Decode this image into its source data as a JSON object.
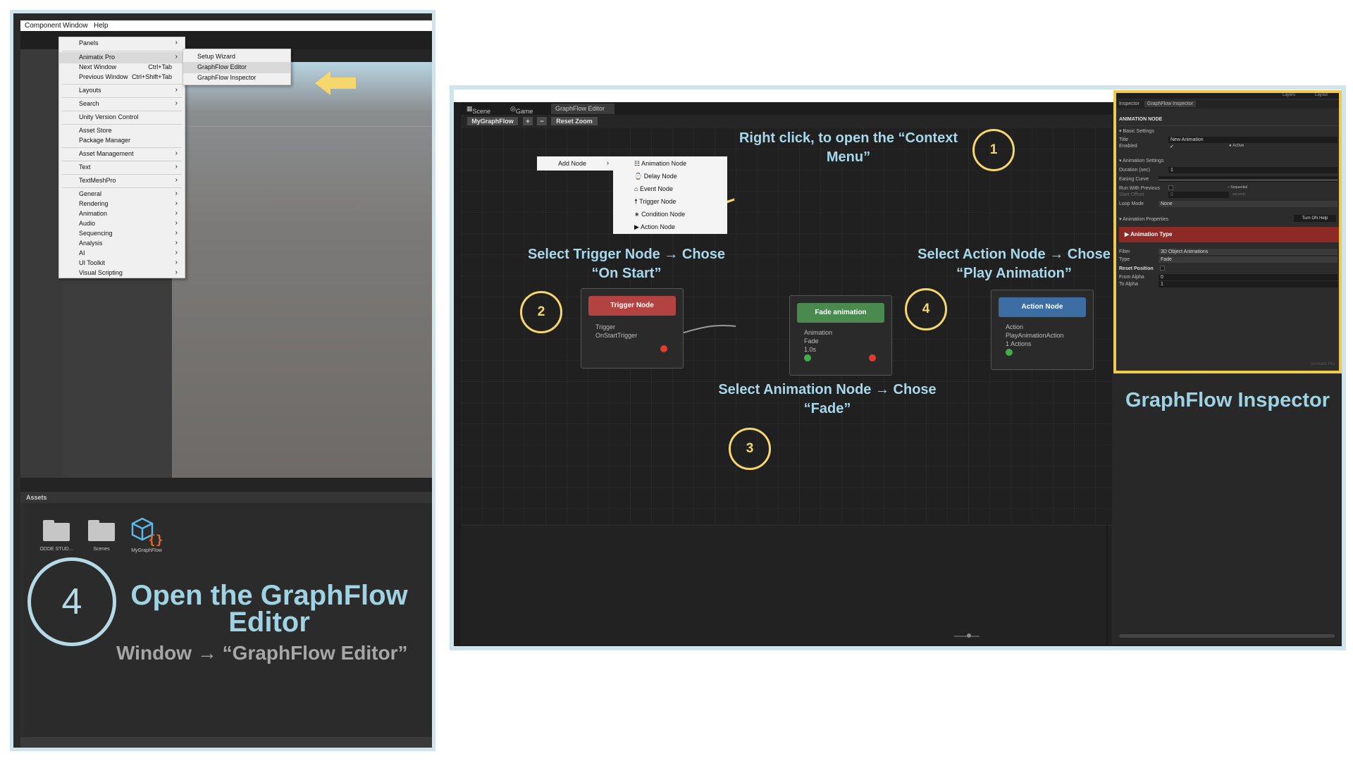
{
  "left": {
    "menubar": [
      "Component",
      "Window",
      "Help"
    ],
    "window_menu": [
      {
        "label": "Panels",
        "sub": true
      },
      {
        "label": "Animatix Pro",
        "sub": true,
        "highlighted": true
      },
      {
        "label": "Next Window",
        "shortcut": "Ctrl+Tab"
      },
      {
        "label": "Previous Window",
        "shortcut": "Ctrl+Shift+Tab"
      },
      {
        "label": "Layouts",
        "sub": true
      },
      {
        "label": "Search",
        "sub": true
      },
      {
        "label": "Unity Version Control"
      },
      {
        "label": "Asset Store"
      },
      {
        "label": "Package Manager"
      },
      {
        "label": "Asset Management",
        "sub": true
      },
      {
        "label": "Text",
        "sub": true
      },
      {
        "label": "TextMeshPro",
        "sub": true
      },
      {
        "label": "General",
        "sub": true
      },
      {
        "label": "Rendering",
        "sub": true
      },
      {
        "label": "Animation",
        "sub": true
      },
      {
        "label": "Audio",
        "sub": true
      },
      {
        "label": "Sequencing",
        "sub": true
      },
      {
        "label": "Analysis",
        "sub": true
      },
      {
        "label": "AI",
        "sub": true
      },
      {
        "label": "UI Toolkit",
        "sub": true
      },
      {
        "label": "Visual Scripting",
        "sub": true
      }
    ],
    "submenu": [
      "Setup Wizard",
      "GraphFlow Editor",
      "GraphFlow Inspector"
    ],
    "assets_header": "Assets",
    "assets": [
      "ODDE STUD...",
      "Scenes",
      "MyGraphFlow"
    ],
    "step_number": "4",
    "title": "Open the GraphFlow Editor",
    "subtitle": "Window  → “GraphFlow Editor”",
    "colors": {
      "teal": "#9fd3e3",
      "arrow": "#f5d76e"
    }
  },
  "editor": {
    "tabs": [
      "Scene",
      "Game",
      "GraphFlow Editor"
    ],
    "toolbar": {
      "graph": "MyGraphFlow",
      "plus": "+",
      "minus": "−",
      "reset": "Reset Zoom"
    },
    "context_menu": {
      "add": "Add Node",
      "arrow": "›",
      "items": [
        "Animation Node",
        "Delay Node",
        "Event Node",
        "Trigger Node",
        "Condition Node",
        "Action Node"
      ],
      "icons": [
        "☷",
        "⌚",
        "⌂",
        "☨",
        "∗",
        "▶"
      ]
    },
    "nodes": {
      "trigger": {
        "title": "Trigger Node",
        "lines": [
          "Trigger",
          "OnStartTrigger"
        ],
        "color": "#b24340"
      },
      "fade": {
        "title": "Fade animation",
        "lines": [
          "Animation",
          "Fade",
          "1.0s"
        ],
        "color": "#4a8a4f"
      },
      "action": {
        "title": "Action Node",
        "lines": [
          "Action",
          "PlayAnimationAction",
          "1 Actions"
        ],
        "color": "#3d6ea3"
      }
    },
    "annotations": {
      "a1": "Right click, to open the “Context Menu”",
      "a2": "Select Trigger Node → Chose “On Start”",
      "a3": "Select Animation Node → Chose “Fade”",
      "a4": "Select Action Node → Chose “Play Animation”",
      "n1": "1",
      "n2": "2",
      "n3": "3",
      "n4": "4"
    }
  },
  "inspector": {
    "tabs": [
      "Inspector",
      "GraphFlow Inspector"
    ],
    "topbar": [
      "Layers",
      "Layout"
    ],
    "section": "ANIMATION NODE",
    "basic": "Basic Settings",
    "title_label": "Title",
    "title_value": "New Animation",
    "enabled_label": "Enabled",
    "active_label": "Active",
    "anim_settings": "Animation Settings",
    "duration_label": "Duration (sec)",
    "duration_value": "1",
    "easing_label": "Easing Curve",
    "run_prev": "Run With Previous",
    "sequential": "Sequential",
    "start_offset": "Start Offset",
    "start_offset_value": "0",
    "seconds": "seconds",
    "loop_label": "Loop Mode",
    "loop_value": "None",
    "anim_props": "Animation Properties",
    "help_btn": "Turn ON Help",
    "anim_type": "Animation Type",
    "filter_label": "Filter",
    "filter_value": "3D Object Animations",
    "type_label": "Type",
    "type_value": "Fade",
    "reset_label": "Reset Position",
    "from_label": "From Alpha",
    "from_value": "0",
    "to_label": "To Alpha",
    "to_value": "1",
    "footer": "Animatix Pro",
    "caption": "GraphFlow Inspector"
  }
}
